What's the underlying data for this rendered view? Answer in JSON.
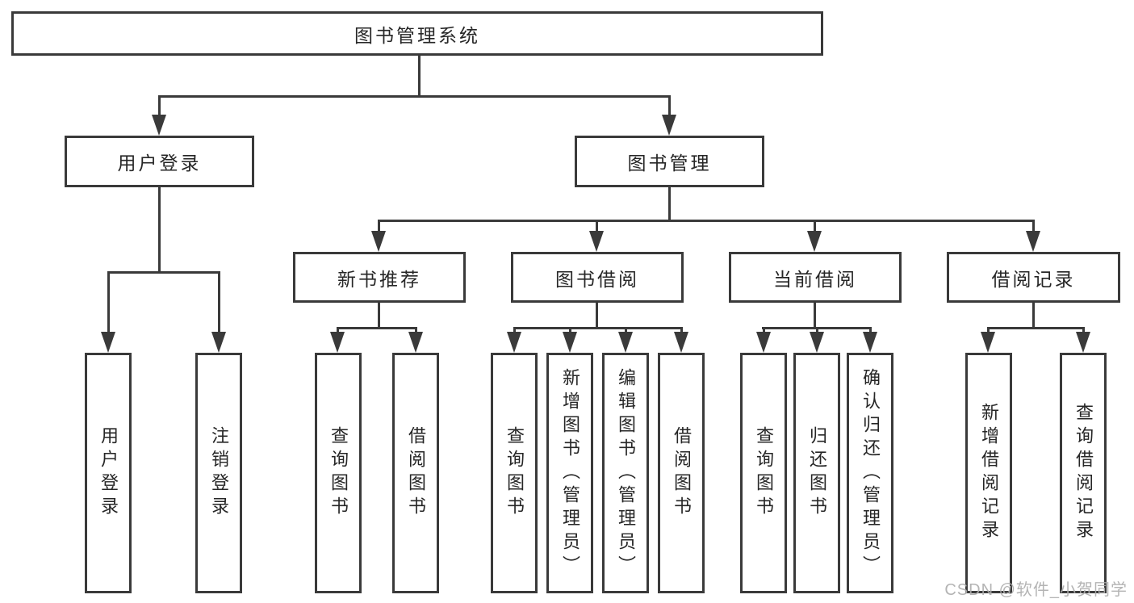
{
  "tree": {
    "root": "图书管理系统",
    "user_login_branch": {
      "label": "用户登录",
      "children": [
        "用户登录",
        "注销登录"
      ]
    },
    "book_mgmt_branch": {
      "label": "图书管理",
      "sections": [
        {
          "label": "新书推荐",
          "children": [
            "查询图书",
            "借阅图书"
          ]
        },
        {
          "label": "图书借阅",
          "children": [
            "查询图书",
            "新增图书（管理员）",
            "编辑图书（管理员）",
            "借阅图书"
          ]
        },
        {
          "label": "当前借阅",
          "children": [
            "查询图书",
            "归还图书",
            "确认归还（管理员）"
          ]
        },
        {
          "label": "借阅记录",
          "children": [
            "新增借阅记录",
            "查询借阅记录"
          ]
        }
      ]
    }
  },
  "watermark": "CSDN @软件_小贺同学",
  "colors": {
    "line": "#3a3a3a",
    "text": "#262626",
    "watermark": "#aeaeae",
    "background": "#ffffff"
  }
}
